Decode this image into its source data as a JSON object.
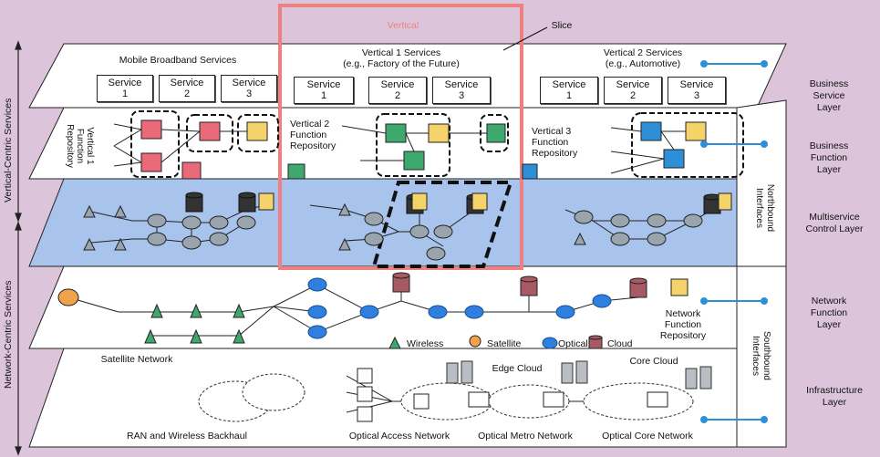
{
  "colors": {
    "background": "#dcc4da",
    "vertical_box": "#f08080",
    "control_layer": "#a9c4ec",
    "function_red": "#ea6a7a",
    "function_green": "#3fa86c",
    "function_yellow": "#f4d36a",
    "function_blue": "#2e8fd9",
    "optical": "#2f7fe0",
    "cloud": "#a85a64",
    "node_grey": "#9aa4ad"
  },
  "header": {
    "vertical_label": "Vertical",
    "slice_label": "Slice"
  },
  "business_service_layer": {
    "groups": [
      {
        "title": "Mobile Broadband Services",
        "services": [
          "Service\n1",
          "Service\n2",
          "Service\n3"
        ]
      },
      {
        "title": "Vertical 1 Services\n(e.g., Factory of the Future)",
        "services": [
          "Service\n1",
          "Service\n2",
          "Service\n3"
        ]
      },
      {
        "title": "Vertical 2 Services\n(e.g., Automotive)",
        "services": [
          "Service\n1",
          "Service\n2",
          "Service\n3"
        ]
      }
    ]
  },
  "business_function_layer": {
    "repositories": [
      "Vertical 1\nFunction\nRepository",
      "Vertical 2\nFunction\nRepository",
      "Vertical 3\nFunction\nRepository"
    ]
  },
  "network_function_layer": {
    "legend": [
      "Wireless",
      "Satellite",
      "Optical",
      "Cloud"
    ],
    "repository_label": "Network\nFunction\nRepository"
  },
  "infrastructure_layer": {
    "labels": [
      "Satellite Network",
      "RAN and Wireless Backhaul",
      "Optical Access Network",
      "Edge Cloud",
      "Optical Metro Network",
      "Core Cloud",
      "Optical Core Network"
    ]
  },
  "interfaces": {
    "northbound": "Northbound\nInterfaces",
    "southbound": "Southbound\nInterfaces"
  },
  "layer_names": [
    "Business\nService\nLayer",
    "Business\nFunction\nLayer",
    "Multiservice\nControl Layer",
    "Network\nFunction\nLayer",
    "Infrastructure\nLayer"
  ],
  "side_labels": {
    "vertical_centric": "Vertical-Centric Services",
    "network_centric": "Network-Centric Services"
  }
}
